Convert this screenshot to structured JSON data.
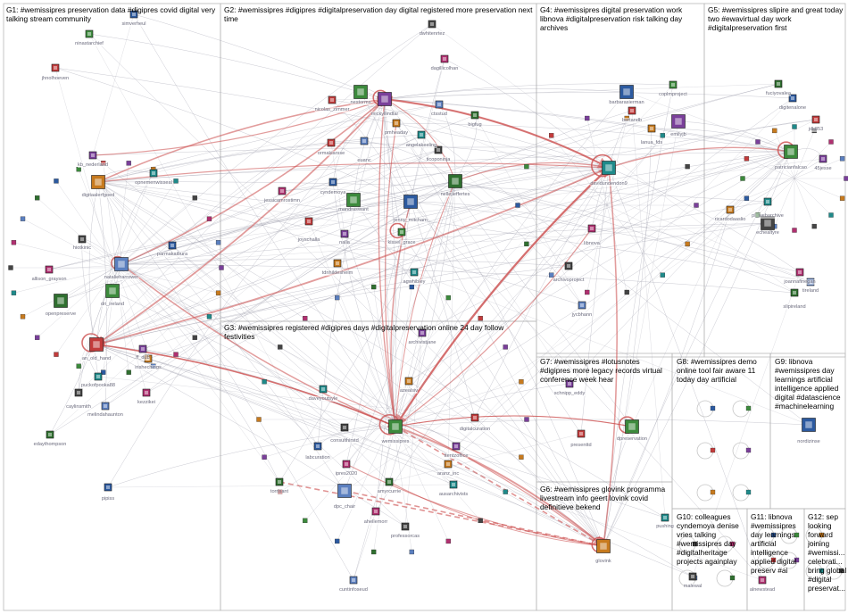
{
  "colors": {
    "frame": "#b9b9b9",
    "edge": "#9a9aa8",
    "edge_strong": "#cc4c4c",
    "background": "#ffffff"
  },
  "groups": [
    {
      "id": "G1",
      "title": "G1: #wemissipres preservation data #digipres covid digital very talking stream community"
    },
    {
      "id": "G2",
      "title": "G2: #wemissipres #digipres #digitalpreservation day digital registered more preservation next time"
    },
    {
      "id": "G3",
      "title": "G3: #wemissipres registered #digipres days #digitalpreservation online 24 day follow festivities"
    },
    {
      "id": "G4",
      "title": "G4: #wemissipres digital preservation work libnova #digitalpreservation risk talking day archives"
    },
    {
      "id": "G5",
      "title": "G5: #wemissipres slipire and great today two #ewavirtual day work #digitalpreservation first"
    },
    {
      "id": "G6",
      "title": "G6: #wemissipres glovink programma livestream info geert lovink covid definitieve bekend"
    },
    {
      "id": "G7",
      "title": "G7: #wemissipres #lotusnotes #digipres more legacy records virtual conference week hear"
    },
    {
      "id": "G8",
      "title": "G8: #wemissipres demo online tool fair aware 11 today day artificial"
    },
    {
      "id": "G9",
      "title": "G9: libnova #wemissipres day learnings artificial intelligence applied digital #datascience #machinelearning"
    },
    {
      "id": "G10",
      "title": "G10: colleagues cyndemoya denise vries talking #wemissipres day #digitalheritage projects againplay"
    },
    {
      "id": "G11",
      "title": "G11: libnova #wemissipres day learnings artificial intelligence applied digital preserv #ai"
    },
    {
      "id": "G12",
      "title": "G12: sep looking forward joining #wemissi... celebrati... bring global #digital preservat..."
    }
  ],
  "nodes": [
    {
      "label": "simverheul"
    },
    {
      "label": "ninastarchief"
    },
    {
      "label": "jhnolhoeven"
    },
    {
      "label": "kb_nederland"
    },
    {
      "label": "digitaalerfgoed"
    },
    {
      "label": "opnemenwisseal"
    },
    {
      "label": "hiotkinic"
    },
    {
      "label": "allison_grayson"
    },
    {
      "label": "natalieharrower"
    },
    {
      "label": "openpreserve"
    },
    {
      "label": "parmakaibura"
    },
    {
      "label": "dri_ireland"
    },
    {
      "label": "an_old_hand"
    },
    {
      "label": "ff_dub"
    },
    {
      "label": "irishechings"
    },
    {
      "label": "puckofpooka88"
    },
    {
      "label": "caylinsmith"
    },
    {
      "label": "kezzikei"
    },
    {
      "label": "melindahaunton"
    },
    {
      "label": "edaythompson"
    },
    {
      "label": "pipiss"
    },
    {
      "label": "nestorms"
    },
    {
      "label": "nicolas_zimmer"
    },
    {
      "label": "mickyllindlar"
    },
    {
      "label": "pmheaday"
    },
    {
      "label": "angelakeeling"
    },
    {
      "label": "ticoponinja"
    },
    {
      "label": "jessicamrostimn"
    },
    {
      "label": "euanc"
    },
    {
      "label": "nellejleffertes"
    },
    {
      "label": "jenny_mitcham"
    },
    {
      "label": "kissel_grace"
    },
    {
      "label": "joyschalla"
    },
    {
      "label": "nalla"
    },
    {
      "label": "tdnhildesheim"
    },
    {
      "label": "agwhibley"
    },
    {
      "label": "dwhitenrtez"
    },
    {
      "label": "dagillicolhan"
    },
    {
      "label": "ctsstud"
    },
    {
      "label": "bigfug"
    },
    {
      "label": "cyndemoya"
    },
    {
      "label": "mandraswant"
    },
    {
      "label": "ormakiarsse"
    },
    {
      "label": "archivistjane"
    },
    {
      "label": "azealsiv"
    },
    {
      "label": "daveyoutsyle"
    },
    {
      "label": "consulthirstd"
    },
    {
      "label": "ipres2020"
    },
    {
      "label": "dpc_chair"
    },
    {
      "label": "amyrcurrie"
    },
    {
      "label": "labcuration"
    },
    {
      "label": "wemissipres"
    },
    {
      "label": "digitalcuration"
    },
    {
      "label": "ttentzoffice"
    },
    {
      "label": "aranz_inc"
    },
    {
      "label": "ausarchivists"
    },
    {
      "label": "professorcas"
    },
    {
      "label": "ahellemorr"
    },
    {
      "label": "cuntinfoseud"
    },
    {
      "label": "torrisant"
    },
    {
      "label": "barbarasierman"
    },
    {
      "label": "coplmproject"
    },
    {
      "label": "bertandb"
    },
    {
      "label": "emilyjb"
    },
    {
      "label": "lanua_fds"
    },
    {
      "label": "davidundendon9"
    },
    {
      "label": "archivoproject"
    },
    {
      "label": "libnova"
    },
    {
      "label": "jycbhann"
    },
    {
      "label": "fuciyovalea"
    },
    {
      "label": "digitenalone"
    },
    {
      "label": "patricianfalcao"
    },
    {
      "label": "jdk853"
    },
    {
      "label": "45jesse"
    },
    {
      "label": "ricardodaaslio"
    },
    {
      "label": "pl_webarchive"
    },
    {
      "label": "echealtyre"
    },
    {
      "label": "joannafinegan"
    },
    {
      "label": "tireland"
    },
    {
      "label": "slipireland"
    },
    {
      "label": "nordizinse"
    },
    {
      "label": "dpreservation"
    },
    {
      "label": "presenttd"
    },
    {
      "label": "schnipp_eddy"
    },
    {
      "label": "glovink"
    },
    {
      "label": "pushing"
    },
    {
      "label": "malewal"
    },
    {
      "label": "alnewstead"
    }
  ]
}
